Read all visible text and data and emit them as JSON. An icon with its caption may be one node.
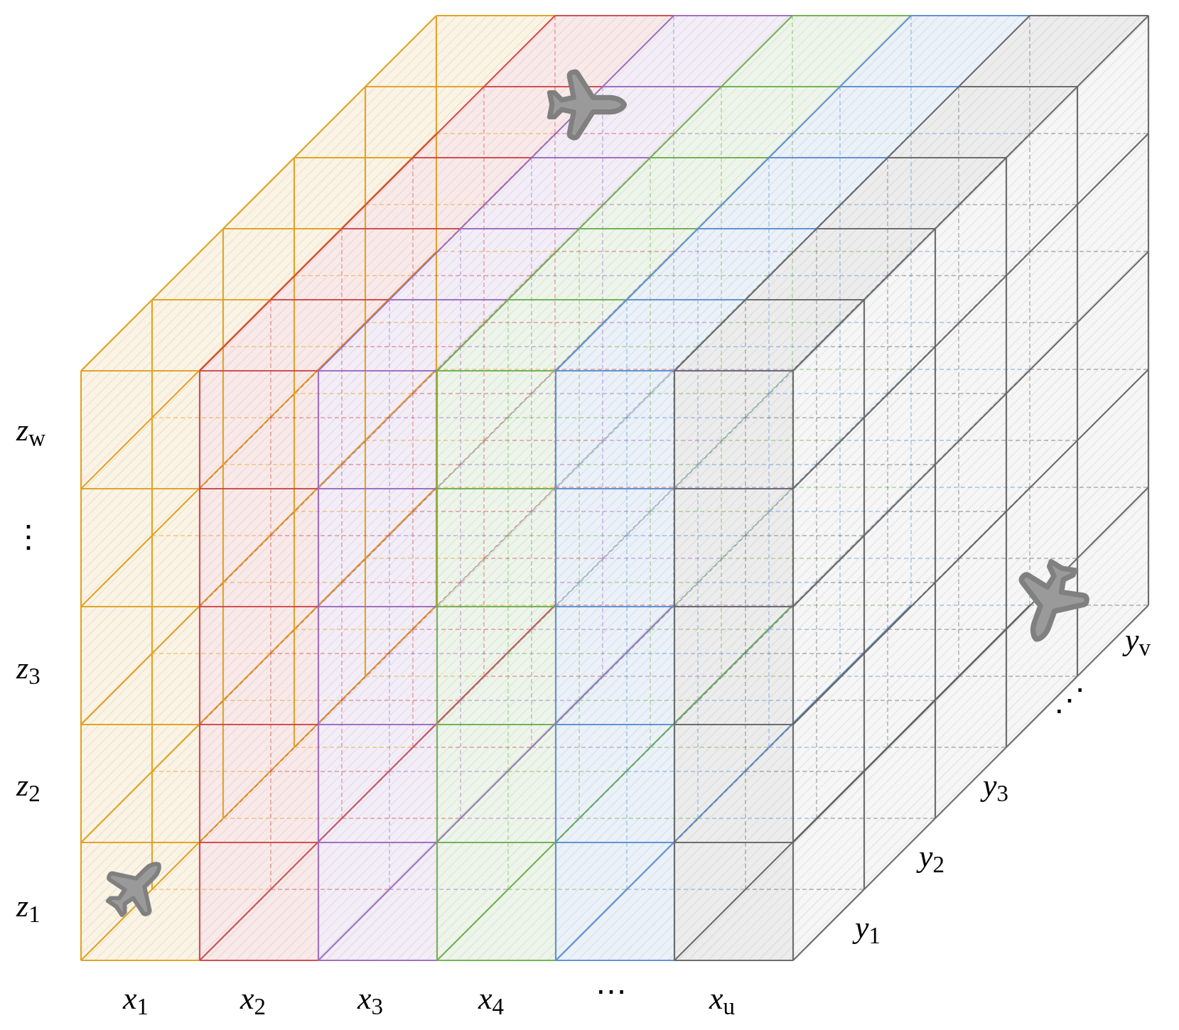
{
  "diagram": {
    "labels": [
      "*z*$_{w}$",
      "⋮",
      "*z*$_{3}$",
      "*z*$_{2}$",
      "*z*$_{1}$",
      "*x*$_{1}$",
      "*x*$_{2}$",
      "*x*$_{3}$",
      "*x*$_{4}$",
      "⋯",
      "*x*$_{u}$",
      "*y*$_{v}$",
      "⋰",
      "*y*$_{3}$",
      "*y*$_{2}$",
      "*y*$_{1}$"
    ]
  }
}
